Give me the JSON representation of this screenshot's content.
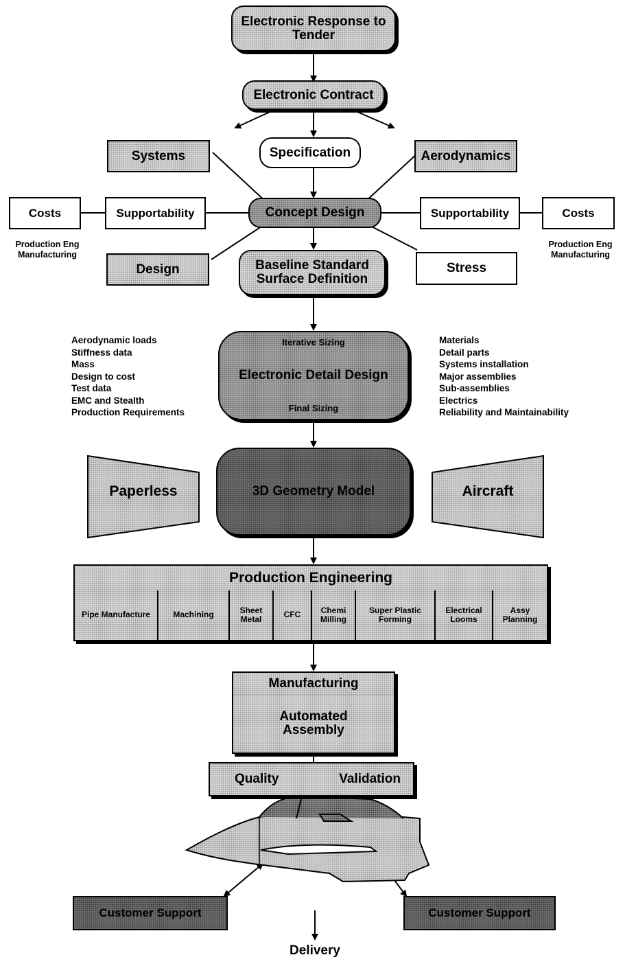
{
  "nodes": {
    "tender": "Electronic Response to Tender",
    "contract": "Electronic Contract",
    "specification": "Specification",
    "systems": "Systems",
    "aerodynamics": "Aerodynamics",
    "concept_design": "Concept Design",
    "supportability_left": "Supportability",
    "supportability_right": "Supportability",
    "costs_left": "Costs",
    "costs_right": "Costs",
    "design": "Design",
    "stress": "Stress",
    "baseline": "Baseline Standard Surface Definition",
    "detail_top": "Iterative Sizing",
    "detail_main": "Electronic Detail Design",
    "detail_bottom": "Final Sizing",
    "paperless": "Paperless",
    "geometry_model": "3D Geometry Model",
    "aircraft": "Aircraft",
    "production_engineering": "Production Engineering",
    "manufacturing": "Manufacturing",
    "automated_assembly": "Automated Assembly",
    "quality": "Quality",
    "validation": "Validation",
    "customer_support_left": "Customer Support",
    "customer_support_right": "Customer Support",
    "delivery": "Delivery"
  },
  "notes": {
    "left": "Production Eng Manufacturing",
    "right": "Production Eng Manufacturing"
  },
  "production_cells": [
    "Pipe Manufacture",
    "Machining",
    "Sheet Metal",
    "CFC",
    "Chemi Milling",
    "Super Plastic Forming",
    "Electrical Looms",
    "Assy Planning"
  ],
  "left_inputs": [
    "Aerodynamic loads",
    "Stiffness data",
    "Mass",
    "Design to cost",
    "Test data",
    "EMC and Stealth",
    "Production Requirements"
  ],
  "right_inputs": [
    "Materials",
    "Detail parts",
    "Systems installation",
    "Major assemblies",
    "Sub-assemblies",
    "Electrics",
    "Reliability and Maintainability"
  ]
}
